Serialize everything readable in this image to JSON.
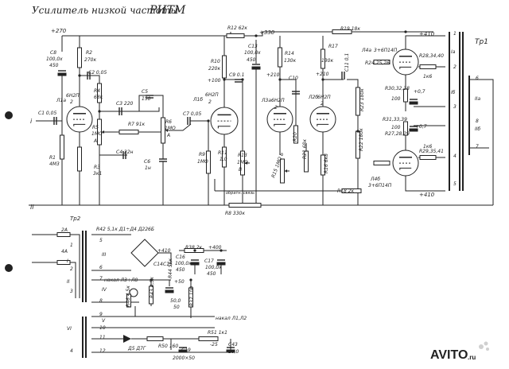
{
  "title": {
    "left": "Усилитель низкой частоты",
    "right": "РИТМ"
  },
  "watermark": "AVITO",
  "watermark_suffix": ".ru",
  "colors": {
    "ink": "#222222",
    "paper": "#ffffff",
    "watermark": "#d8d8d8"
  },
  "rails": {
    "v270": "+270",
    "v330": "+330",
    "v410_top": "+410",
    "v410_bot": "+410",
    "v100": "+100"
  },
  "labels": {
    "c8": [
      "C8",
      "100,0x",
      "450"
    ],
    "r2": [
      "R2",
      "270к"
    ],
    "c2": "C2 0,05",
    "r4": [
      "R4",
      "68к"
    ],
    "c3": "C3 220",
    "c5": [
      "C5",
      "150"
    ],
    "r7": "R7 91к",
    "r6": [
      "R6",
      "1МО",
      "А"
    ],
    "r5": [
      "R5",
      "1МО",
      "А"
    ],
    "c4": "C4 22н",
    "c6": [
      "C6",
      "1н"
    ],
    "r3": [
      "R3",
      "3к1"
    ],
    "r1": [
      "R1",
      "4М3"
    ],
    "c1": "C1 0,05",
    "in": "i",
    "l1a": [
      "Л1а",
      "6Н2П",
      "2"
    ],
    "l1b": [
      "Л1б",
      "6Н2П",
      "2"
    ],
    "c7": "C7 0,05",
    "r9": [
      "R9",
      "1МО"
    ],
    "r10": [
      "R10",
      "220к"
    ],
    "c9": "C9 0.1",
    "r11": [
      "R11",
      "1,0"
    ],
    "r12": "R12 62к",
    "c13": [
      "C13",
      "100,0х",
      "450"
    ],
    "r13": [
      "R13",
      "1МО",
      "В"
    ],
    "r14": [
      "R14",
      "130к"
    ],
    "v210a": "+210",
    "l3": [
      "Л3а",
      "6Н2П",
      "2"
    ],
    "c10": "C10",
    "r20": "R20",
    "r15": "R15 1МО Б",
    "r16": "R16 6к8",
    "r17": "R17",
    "r17v": "130к",
    "l2": [
      "Л2б",
      "6Н2П",
      "2"
    ],
    "v210b": "+210",
    "c11": "C11 0,1",
    "r23": "R23 180к",
    "r21": "R21 68к",
    "r22": "R22 180к",
    "r19": "R19 18к",
    "r18": "R18 2к",
    "r8": "R8 330к",
    "fb": "обратн. связь",
    "l4": [
      "Л4а",
      "3+6П14П"
    ],
    "l4b": [
      "Л4б",
      "3+6П14П"
    ],
    "r24": "R24,25,26",
    "r27": "R27,28,29",
    "r28": "R28,34,40",
    "r29": "R29,35,41",
    "r30": "R30,32,38",
    "r31": "R31,33,39",
    "v07a": "+0,7",
    "v07b": "+0,7",
    "k1": "1к6",
    "k2": "1к6",
    "w100a": "100",
    "w100b": "100",
    "tr1": "Тр1",
    "tr1_pins": [
      "1",
      "2",
      "3",
      "4",
      "5",
      "6",
      "7",
      "8"
    ],
    "tr1_w": [
      "Ia",
      "Iб",
      "IIa",
      "IIб"
    ],
    "tr2": "Тр2",
    "fu1": "2А",
    "fu2": "4А",
    "tr2_pins": [
      "1",
      "2",
      "3",
      "4",
      "5",
      "6",
      "7",
      "8",
      "9",
      "10",
      "11",
      "12"
    ],
    "tr2_w": [
      "I",
      "II",
      "III",
      "IV",
      "V",
      "VI"
    ],
    "rect": "R42 5,1к  Д1÷Д4  Д226Б",
    "r38": "R38 2к",
    "v400": "+400",
    "c16": [
      "C16",
      "100,0х",
      "450"
    ],
    "c17": [
      "C17",
      "100,0х",
      "450"
    ],
    "v410p": "+410",
    "r44": "R44 56к",
    "c15": "C15",
    "c14": "C14",
    "r43": "R43 4,5к",
    "c18": [
      "+50",
      "50,0",
      "50"
    ],
    "lamps": "накал Л3÷Л8",
    "r37": "R37 100",
    "lamp12": "накал Л1,Л2",
    "d5": "Д5 Д7Г",
    "r50": "R50 160",
    "c19": [
      "C19",
      "2000×50"
    ],
    "r51": "R51 1к1",
    "v25": "-25",
    "c43": [
      "C43",
      "10,0"
    ],
    "r46": "R46 4,5к",
    "gnd": "ii"
  }
}
